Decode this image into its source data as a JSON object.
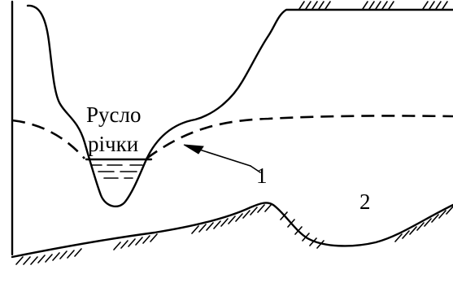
{
  "labels": {
    "riverbed_line1": "Русло",
    "riverbed_line2": "річки",
    "marker_1": "1",
    "marker_2": "2"
  }
}
